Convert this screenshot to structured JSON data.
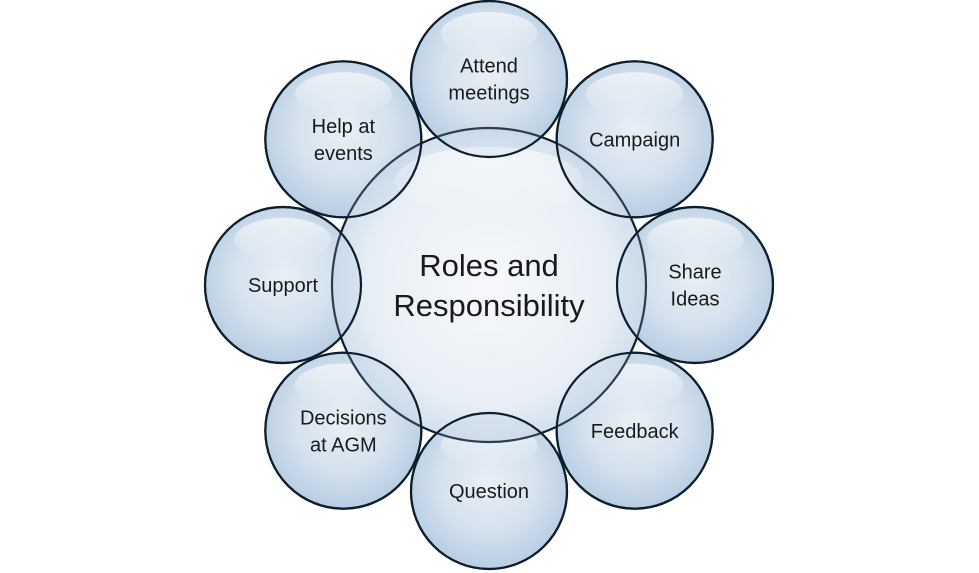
{
  "diagram": {
    "center": {
      "lines": [
        "Roles and",
        "Responsibility"
      ]
    },
    "items": [
      {
        "key": "attend-meetings",
        "lines": [
          "Attend",
          "meetings"
        ]
      },
      {
        "key": "campaign",
        "lines": [
          "Campaign"
        ]
      },
      {
        "key": "share-ideas",
        "lines": [
          "Share",
          "Ideas"
        ]
      },
      {
        "key": "feedback",
        "lines": [
          "Feedback"
        ]
      },
      {
        "key": "question",
        "lines": [
          "Question"
        ]
      },
      {
        "key": "decisions-at-agm",
        "lines": [
          "Decisions",
          "at AGM"
        ]
      },
      {
        "key": "support",
        "lines": [
          "Support"
        ]
      },
      {
        "key": "help-at-events",
        "lines": [
          "Help at",
          "events"
        ]
      }
    ],
    "colors": {
      "stroke": "#0d1f2e",
      "bubble_edge": "#b9cde3",
      "bubble_mid": "#dde7f1",
      "bubble_light": "#f4f7fb",
      "text": "#1a1a1a"
    }
  }
}
